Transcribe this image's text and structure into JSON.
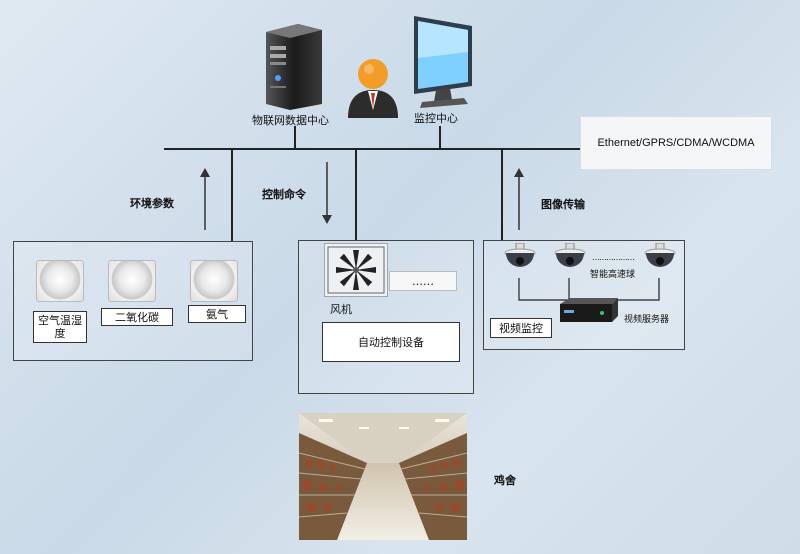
{
  "top": {
    "server_label": "物联网数据中心",
    "monitor_label": "监控中心"
  },
  "network": {
    "protocol_label": "Ethernet/GPRS/CDMA/WCDMA"
  },
  "flows": {
    "env_params": "环境参数",
    "control_cmd": "控制命令",
    "image_transfer": "图像传输"
  },
  "sensors": {
    "air_temp_humidity": "空气温湿度",
    "co2": "二氧化碳",
    "ammonia": "氨气"
  },
  "control": {
    "fan": "风机",
    "dots": "……",
    "auto_device": "自动控制设备"
  },
  "video": {
    "speed_dome": "智能高速球",
    "dots": "………………",
    "video_server": "视频服务器",
    "video_monitor": "视频监控"
  },
  "house": {
    "label": "鸡舍"
  }
}
